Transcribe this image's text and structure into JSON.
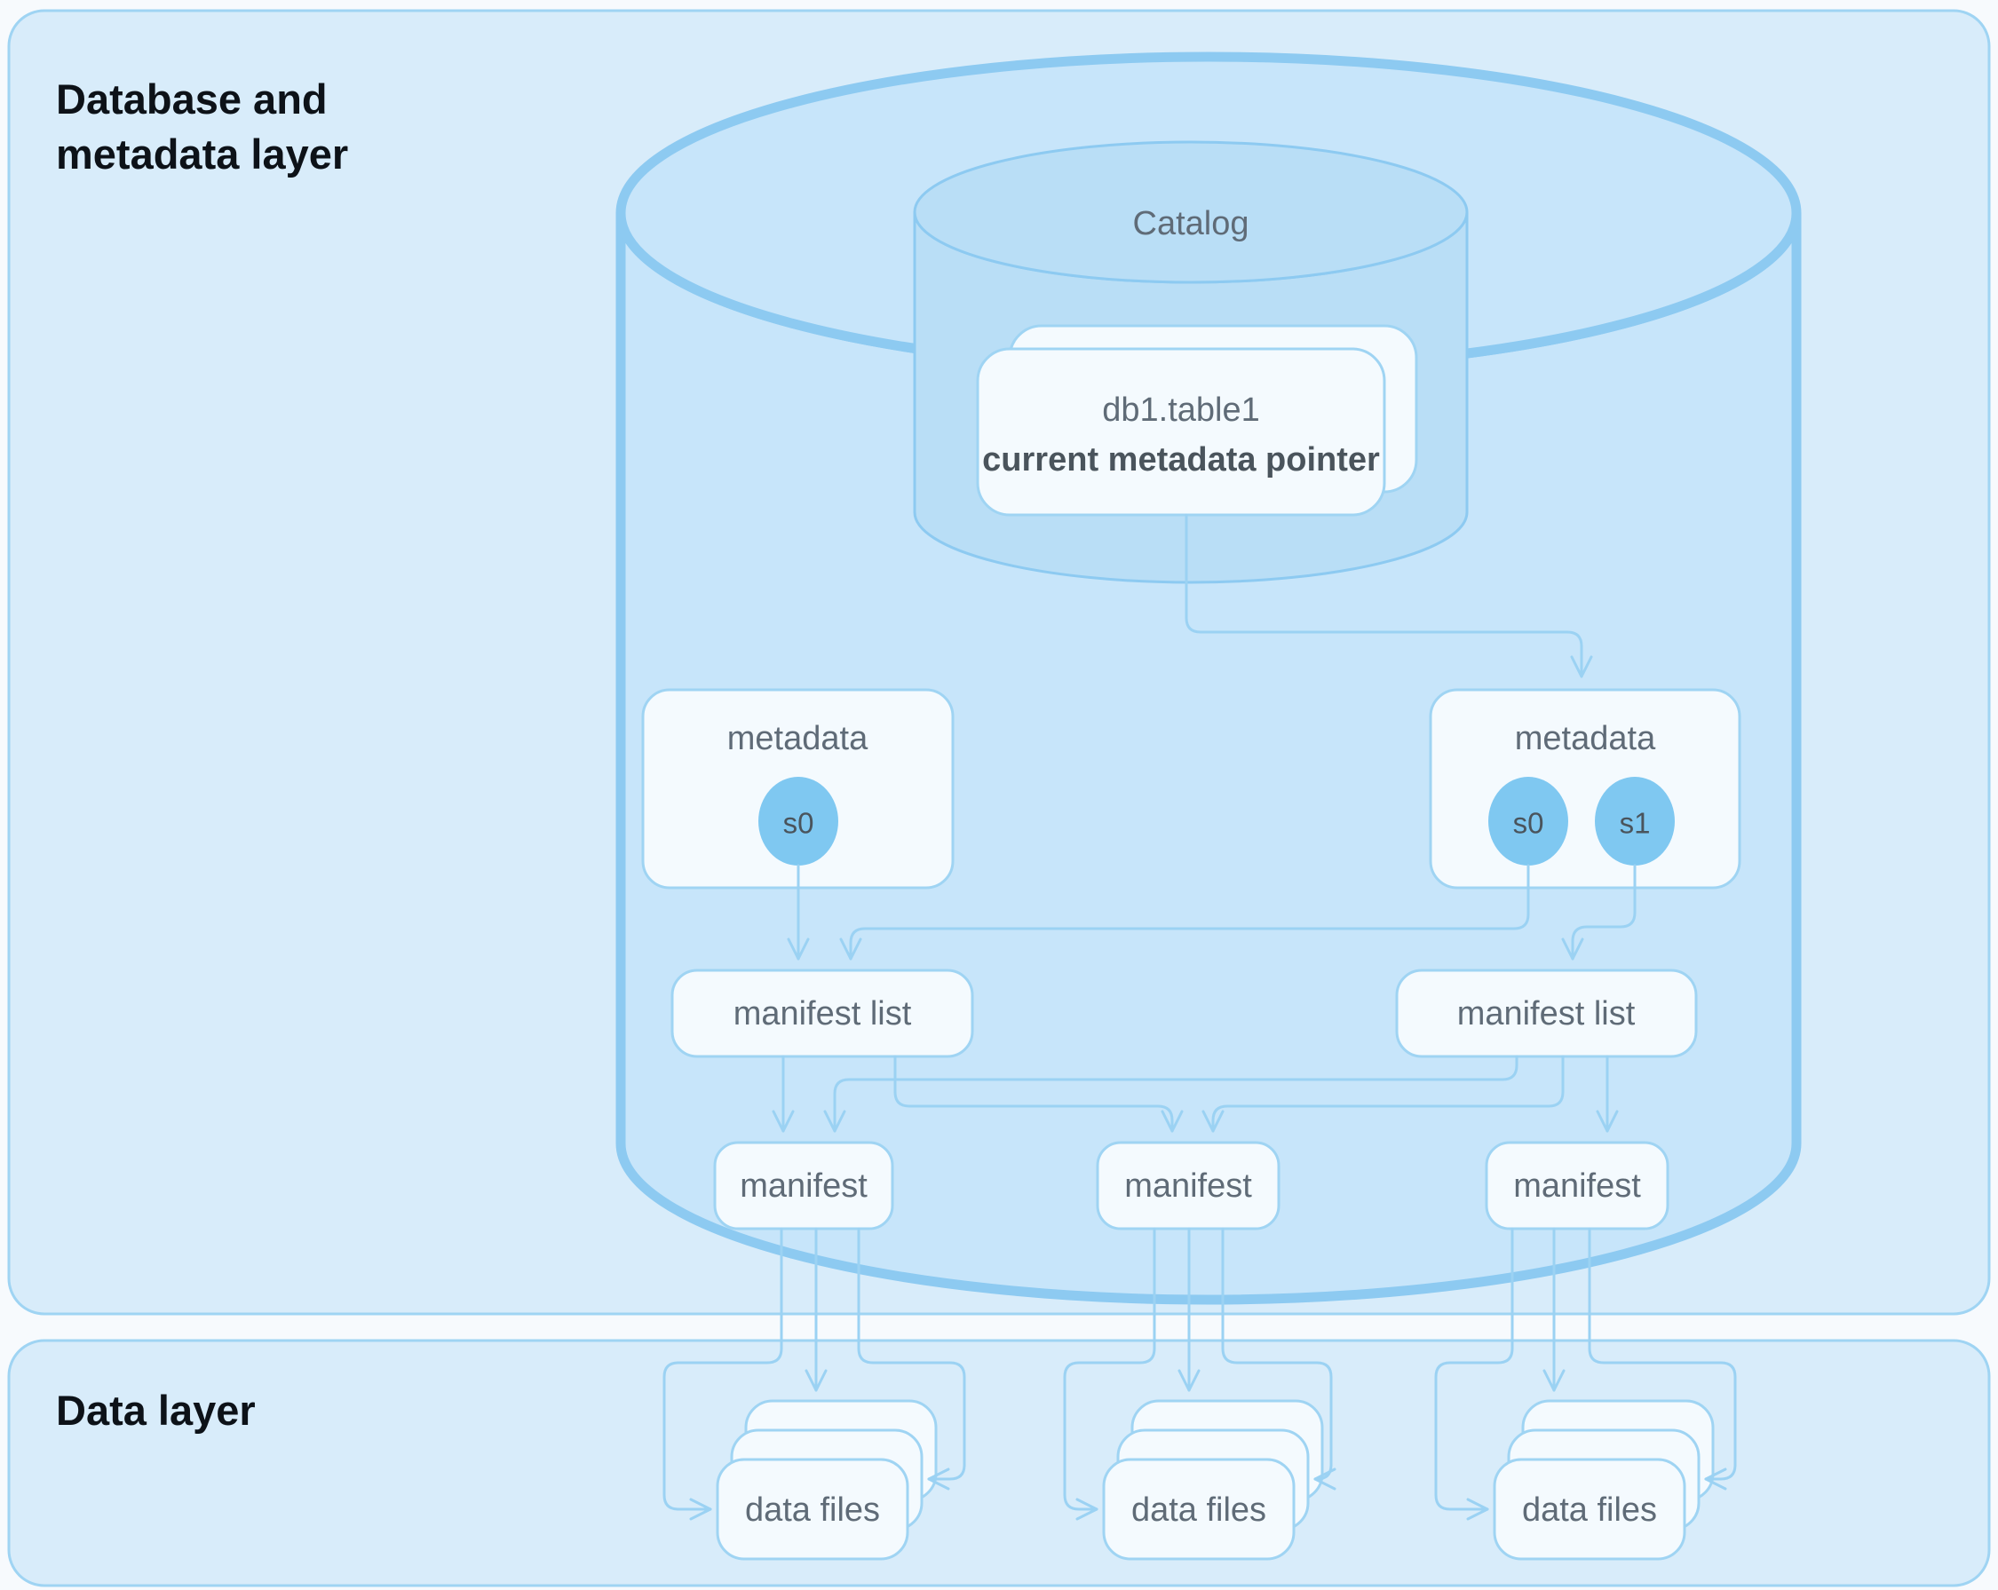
{
  "colors": {
    "page_bg": "#f7fafd",
    "layer_fill": "#d8ecfa",
    "layer_border": "#9fd4f3",
    "cylinder_fill": "#c7e5fa",
    "cylinder_stroke": "#8dcaf1",
    "catalog_fill": "#b9def6",
    "node_fill": "#f4fafe",
    "node_border": "#9fd4f3",
    "connector": "#9bd2f3",
    "snapshot_fill": "#7fc8f1",
    "label_text": "#5f6b77",
    "label_text_strong": "#4a545c",
    "title_text": "#0d1218"
  },
  "layers": {
    "metadata_layer": {
      "title_line1": "Database and",
      "title_line2": "metadata layer"
    },
    "data_layer": {
      "title": "Data layer"
    }
  },
  "catalog": {
    "label": "Catalog",
    "pointer_card": {
      "title": "db1.table1",
      "subtitle": "current metadata pointer"
    }
  },
  "metadata_files": [
    {
      "label": "metadata",
      "snapshots": [
        {
          "id": "s0"
        }
      ]
    },
    {
      "label": "metadata",
      "snapshots": [
        {
          "id": "s0"
        },
        {
          "id": "s1"
        }
      ]
    }
  ],
  "manifest_lists": [
    {
      "label": "manifest list"
    },
    {
      "label": "manifest list"
    }
  ],
  "manifests": [
    {
      "label": "manifest"
    },
    {
      "label": "manifest"
    },
    {
      "label": "manifest"
    }
  ],
  "data_file_groups": [
    {
      "label": "data files"
    },
    {
      "label": "data files"
    },
    {
      "label": "data files"
    }
  ]
}
